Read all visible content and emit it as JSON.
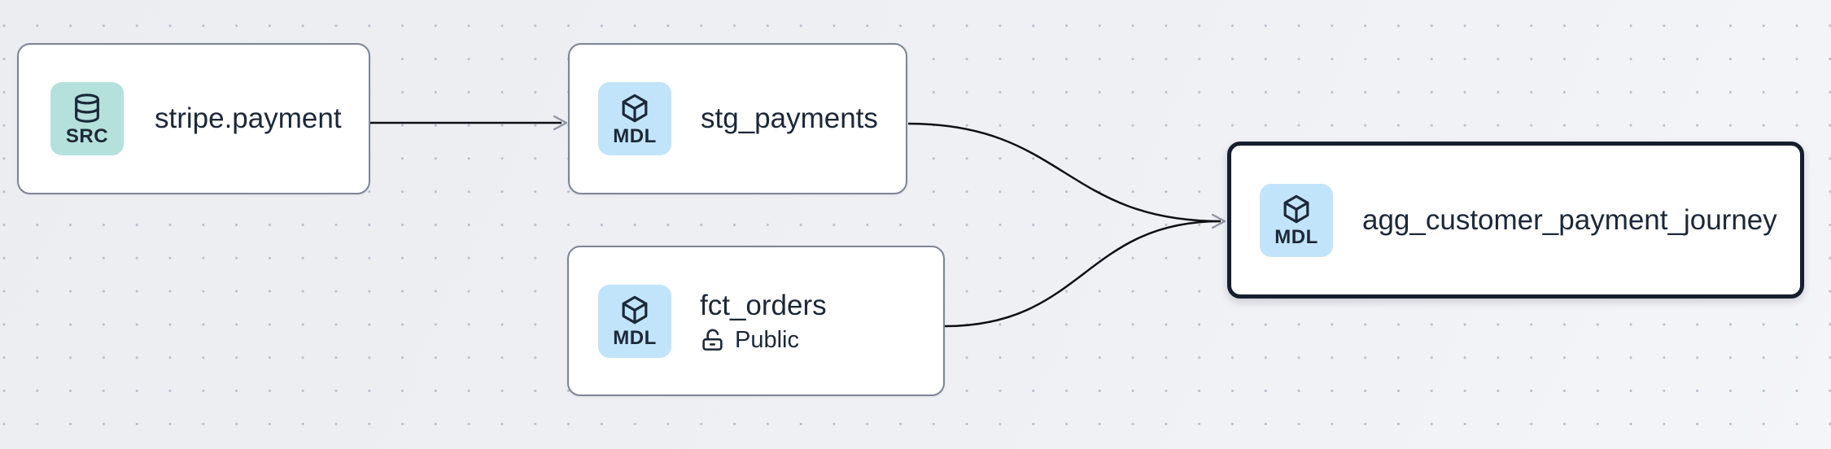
{
  "canvas": {
    "background_color": "#edeff3",
    "dot_color": "#b8bec9"
  },
  "colors": {
    "node_background": "#ffffff",
    "node_border": "#7c8594",
    "selected_node_border": "#161e2e",
    "text": "#1c2838",
    "source_badge_background": "#b4e1db",
    "model_badge_background": "#c2e4fa",
    "edge": "#0c0f14",
    "arrowhead": "#8d93a1"
  },
  "nodes": [
    {
      "title": "stripe.payment",
      "badge_label": "SRC",
      "badge_icon": "database-icon",
      "selected": false
    },
    {
      "title": "stg_payments",
      "badge_label": "MDL",
      "badge_icon": "cube-icon",
      "selected": false
    },
    {
      "title": "fct_orders",
      "badge_label": "MDL",
      "badge_icon": "cube-icon",
      "access_label": "Public",
      "access_icon": "unlock-icon",
      "selected": false
    },
    {
      "title": "agg_customer_payment_journey",
      "badge_label": "MDL",
      "badge_icon": "cube-icon",
      "selected": true
    }
  ],
  "edges": [
    {
      "from": "stripe.payment",
      "to": "stg_payments"
    },
    {
      "from": "stg_payments",
      "to": "agg_customer_payment_journey"
    },
    {
      "from": "fct_orders",
      "to": "agg_customer_payment_journey"
    }
  ]
}
